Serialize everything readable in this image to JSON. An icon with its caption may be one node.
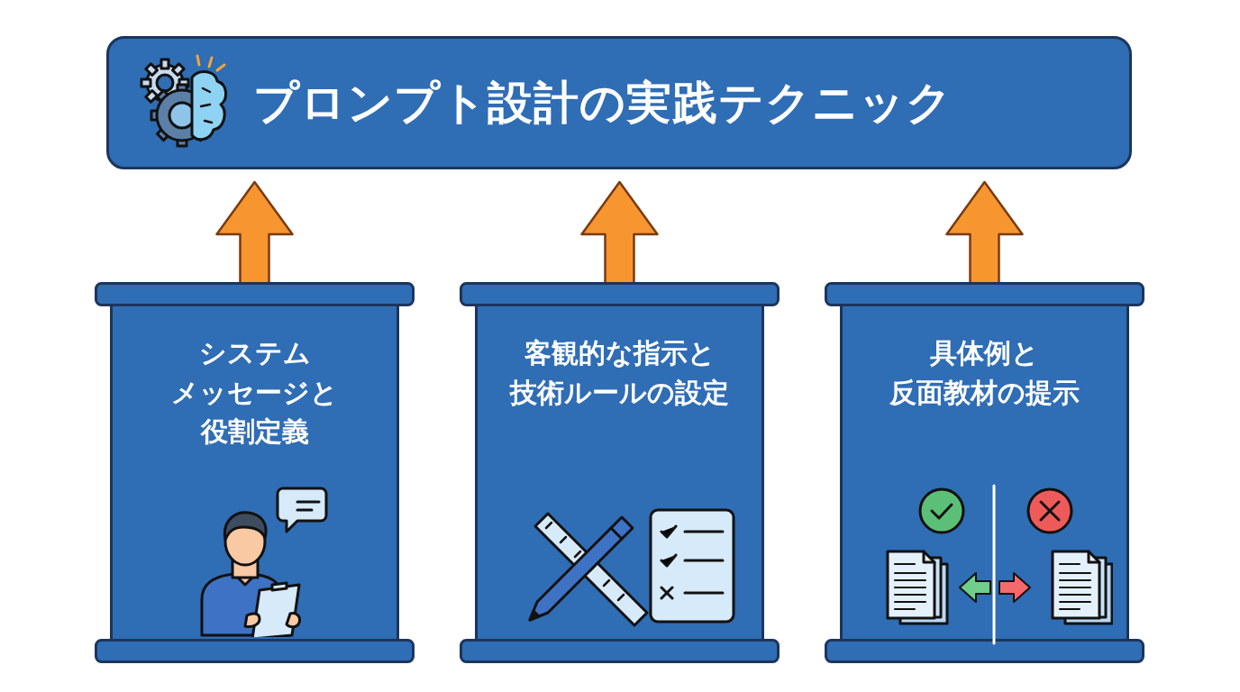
{
  "diagram": {
    "nodes": [
      {
        "text": [
          "プロンプト設計の実践テクニック"
        ]
      },
      {
        "text": [
          "システムメッセージと役割定義"
        ]
      },
      {
        "text": [
          "客観的な指示と技術ルールの設定"
        ]
      },
      {
        "text": [
          "具体例と反面教材の提示"
        ]
      }
    ],
    "edges": [
      {
        "from": 1,
        "to": 0,
        "arrow": "to",
        "style": "thick"
      },
      {
        "from": 2,
        "to": 0,
        "arrow": "to",
        "style": "thick"
      },
      {
        "from": 3,
        "to": 0,
        "arrow": "to",
        "style": "thick"
      }
    ]
  }
}
